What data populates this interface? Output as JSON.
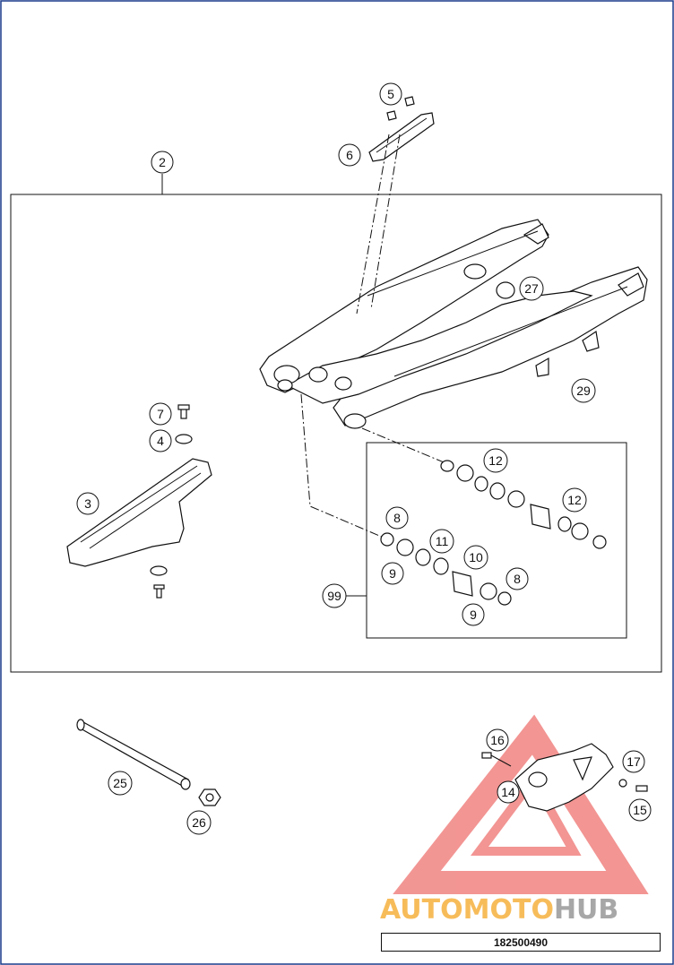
{
  "diagram": {
    "callouts": [
      {
        "id": "c2",
        "label": "2"
      },
      {
        "id": "c5",
        "label": "5"
      },
      {
        "id": "c6",
        "label": "6"
      },
      {
        "id": "c27",
        "label": "27"
      },
      {
        "id": "c29",
        "label": "29"
      },
      {
        "id": "c7",
        "label": "7"
      },
      {
        "id": "c4",
        "label": "4"
      },
      {
        "id": "c3",
        "label": "3"
      },
      {
        "id": "c12a",
        "label": "12"
      },
      {
        "id": "c12b",
        "label": "12"
      },
      {
        "id": "c8a",
        "label": "8"
      },
      {
        "id": "c11",
        "label": "11"
      },
      {
        "id": "c10",
        "label": "10"
      },
      {
        "id": "c9a",
        "label": "9"
      },
      {
        "id": "c8b",
        "label": "8"
      },
      {
        "id": "c9b",
        "label": "9"
      },
      {
        "id": "c99",
        "label": "99"
      },
      {
        "id": "c16",
        "label": "16"
      },
      {
        "id": "c17",
        "label": "17"
      },
      {
        "id": "c14",
        "label": "14"
      },
      {
        "id": "c15",
        "label": "15"
      },
      {
        "id": "c25",
        "label": "25"
      },
      {
        "id": "c26",
        "label": "26"
      }
    ],
    "reference_number": "182500490"
  },
  "watermark": {
    "part1": "AUTOMOTO",
    "part2": "HUB",
    "color_red": "#e8403c",
    "color_orange": "#f5a623",
    "color_gray": "#8a8a8a"
  }
}
